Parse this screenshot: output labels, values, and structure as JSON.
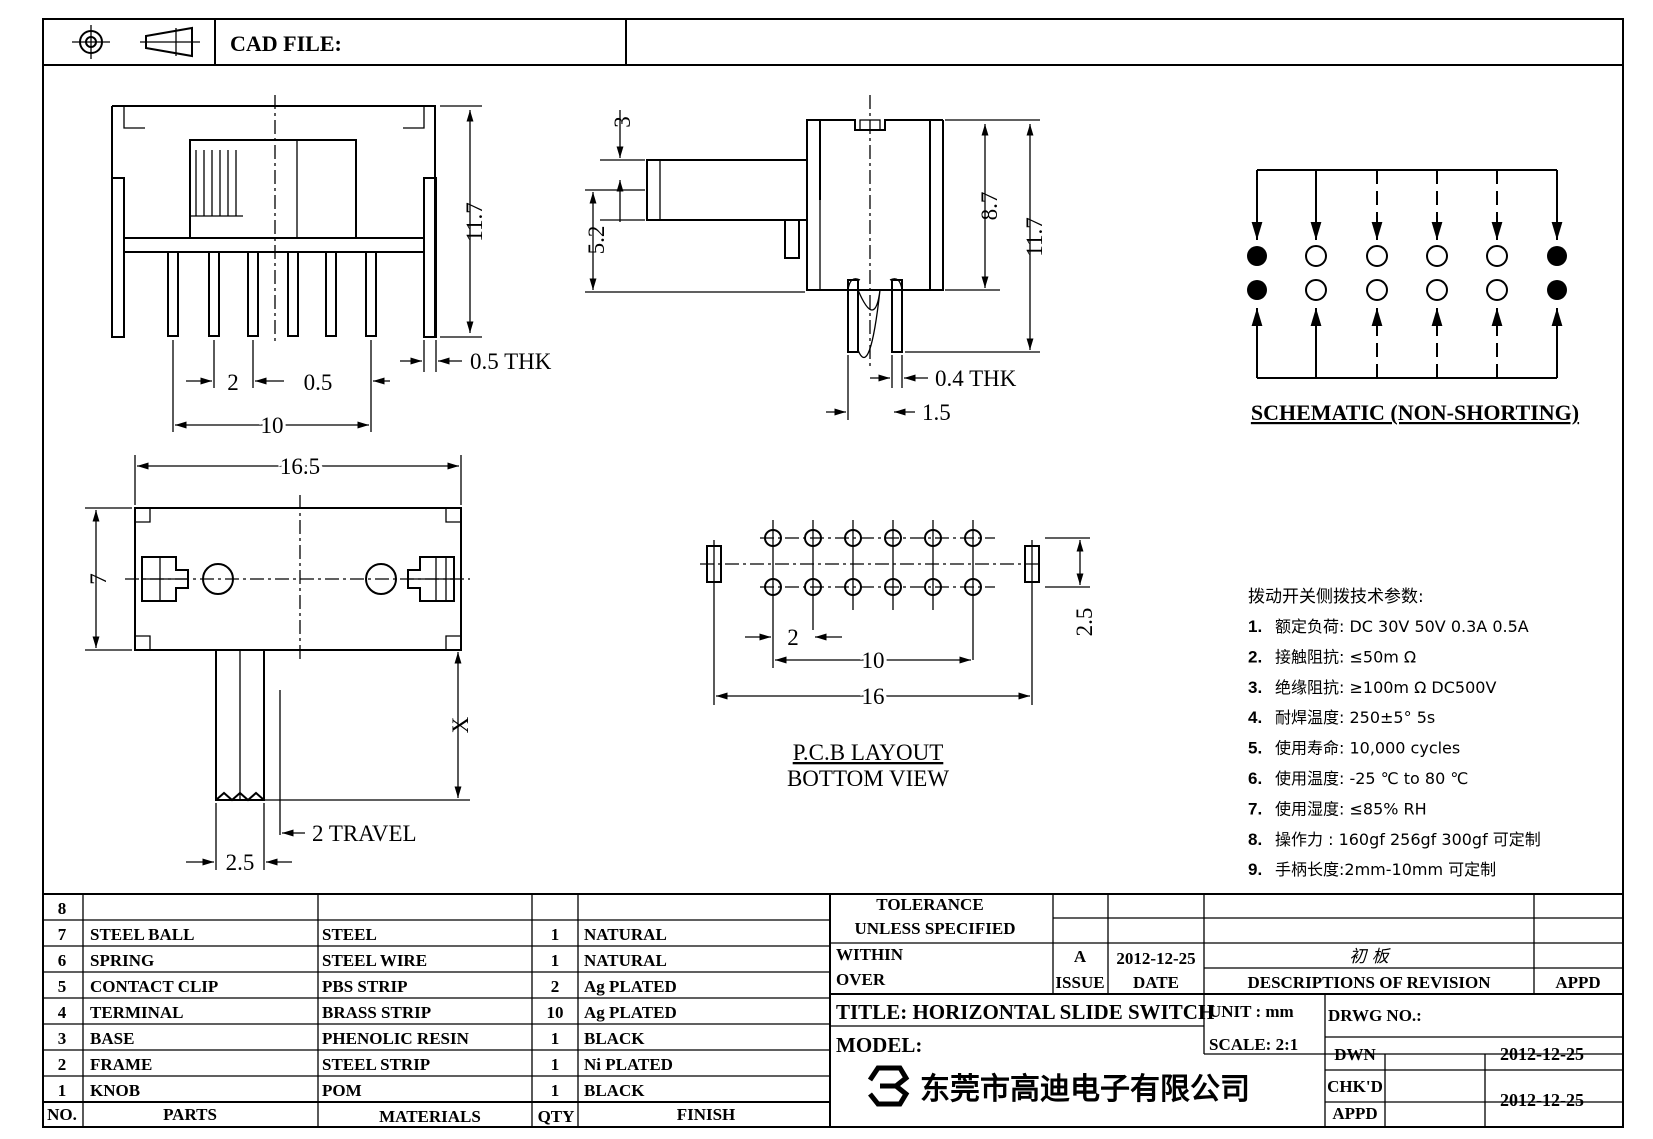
{
  "header": {
    "cad_file_label": "CAD FILE:",
    "projection_icon": "first-angle-projection-icon"
  },
  "front_view": {
    "dim_height": "11.7",
    "dim_pitch": "2",
    "dim_pin_width": "0.5",
    "dim_span": "10",
    "dim_thickness": "0.5  THK"
  },
  "side_view": {
    "dim_knob_width": "3",
    "dim_knob_height": "5.2",
    "dim_body_height": "8.7",
    "dim_total_height": "11.7",
    "dim_thickness": "0.4  THK",
    "dim_clip": "1.5"
  },
  "top_view": {
    "dim_length": "16.5",
    "dim_width": "7",
    "dim_knob": "X",
    "dim_knob_width": "2.5",
    "dim_travel": "2  TRAVEL"
  },
  "pcb_layout": {
    "title": "P.C.B  LAYOUT",
    "subtitle": "BOTTOM  VIEW",
    "dim_pitch": "2",
    "dim_pins": "10",
    "dim_total": "16",
    "dim_rows": "2.5"
  },
  "schematic": {
    "title": "SCHEMATIC (NON-SHORTING)"
  },
  "specs": {
    "title": "拨动开关侧拨技术参数:",
    "items": [
      {
        "n": "1.",
        "text": "额定负荷: DC 30V    50V    0.3A    0.5A"
      },
      {
        "n": "2.",
        "text": "接触阻抗:  ≤50m Ω"
      },
      {
        "n": "3.",
        "text": "绝缘阻抗:  ≥100m Ω   DC500V"
      },
      {
        "n": "4.",
        "text": "耐焊温度: 250±5°  5s"
      },
      {
        "n": "5.",
        "text": "使用寿命: 10,000 cycles"
      },
      {
        "n": "6.",
        "text": "使用温度: -25  ℃  to 80  ℃"
      },
      {
        "n": "7.",
        "text": "使用湿度:  ≤85% RH"
      },
      {
        "n": "8.",
        "text": "操作力 : 160gf    256gf    300gf  可定制"
      },
      {
        "n": "9.",
        "text": "手柄长度:2mm-10mm   可定制"
      }
    ]
  },
  "bom": {
    "rows": [
      {
        "no": "8",
        "part": "",
        "material": "",
        "qty": "",
        "finish": ""
      },
      {
        "no": "7",
        "part": "STEEL  BALL",
        "material": "STEEL",
        "qty": "1",
        "finish": "NATURAL"
      },
      {
        "no": "6",
        "part": "SPRING",
        "material": "STEEL  WIRE",
        "qty": "1",
        "finish": "NATURAL"
      },
      {
        "no": "5",
        "part": "CONTACT  CLIP",
        "material": "PBS  STRIP",
        "qty": "2",
        "finish": "Ag  PLATED"
      },
      {
        "no": "4",
        "part": "TERMINAL",
        "material": "BRASS  STRIP",
        "qty": "10",
        "finish": "Ag  PLATED"
      },
      {
        "no": "3",
        "part": "BASE",
        "material": "PHENOLIC  RESIN",
        "qty": "1",
        "finish": "BLACK"
      },
      {
        "no": "2",
        "part": "FRAME",
        "material": "STEEL  STRIP",
        "qty": "1",
        "finish": "Ni  PLATED"
      },
      {
        "no": "1",
        "part": "KNOB",
        "material": "POM",
        "qty": "1",
        "finish": "BLACK"
      }
    ],
    "headers": {
      "no": "NO.",
      "part": "PARTS",
      "material": "MATERIALS",
      "qty": "QTY",
      "finish": "FINISH"
    }
  },
  "title_block": {
    "tolerance_line1": "TOLERANCE",
    "tolerance_line2": "UNLESS    SPECIFIED",
    "within": "WITHIN",
    "over": "OVER",
    "issue_value": "A",
    "date_value": "2012-12-25",
    "revision_value": "初  板",
    "issue_label": "ISSUE",
    "date_label": "DATE",
    "revision_label": "DESCRIPTIONS  OF  REVISION",
    "appd_label": "APPD",
    "title": "TITLE:  HORIZONTAL  SLIDE  SWITCH",
    "unit": "UNIT : mm",
    "drwg_no": "DRWG  NO.:",
    "model": "MODEL:",
    "scale": "SCALE:  2:1",
    "dwn": "DWN",
    "dwn_date": "2012-12-25",
    "chkd": "CHK'D",
    "appd": "APPD",
    "chk_date": "2012-12-25",
    "company": "东莞市高迪电子有限公司"
  }
}
